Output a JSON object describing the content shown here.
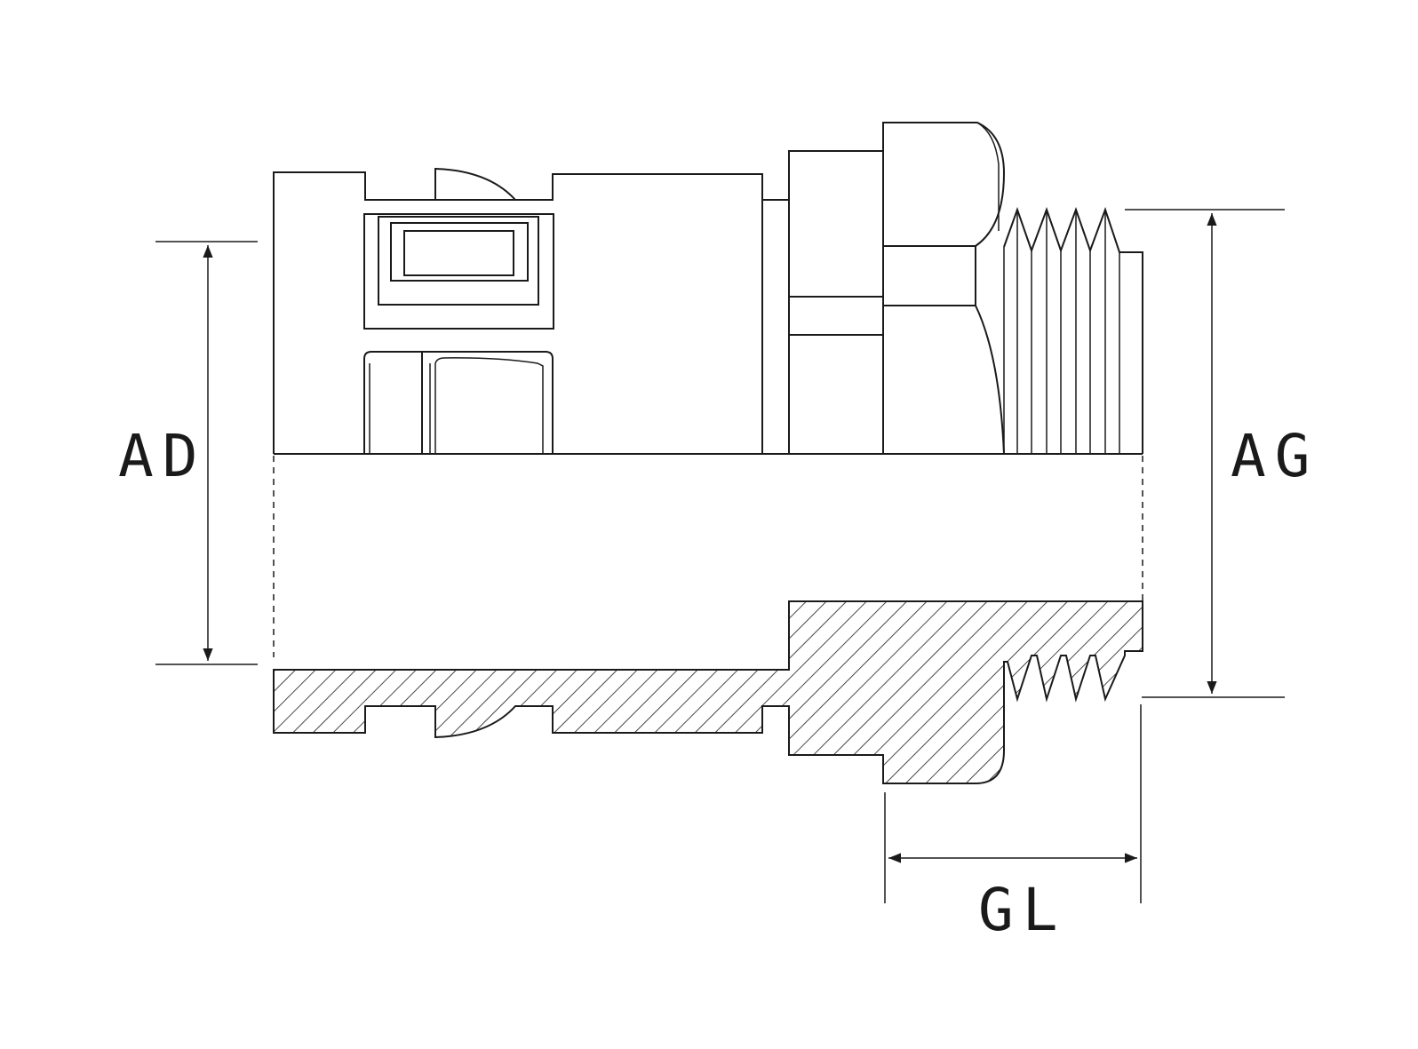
{
  "dimensions": {
    "ad": {
      "label": "AD"
    },
    "ag": {
      "label": "AG"
    },
    "gl": {
      "label": "GL"
    }
  },
  "colors": {
    "line": "#1a1a1a",
    "background": "#ffffff"
  }
}
